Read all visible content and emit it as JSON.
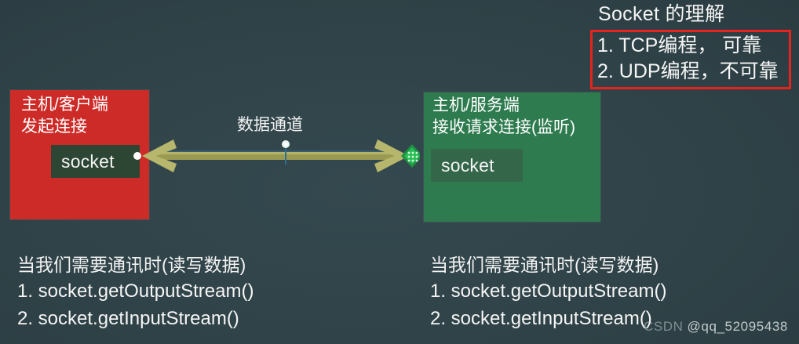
{
  "title_block": {
    "heading": "Socket 的理解",
    "items": [
      "1. TCP编程，  可靠",
      "2. UDP编程，不可靠"
    ],
    "border_color": "#e8221c"
  },
  "client_node": {
    "caption_line1": "主机/客户端",
    "caption_line2": "发起连接",
    "chip_label": "socket",
    "fill_color": "#cd2b28",
    "chip_color": "#2d4634"
  },
  "server_node": {
    "caption_line1": "主机/服务端",
    "caption_line2": "接收请求连接(监听)",
    "chip_label": "socket",
    "fill_color": "#2e7b4f",
    "chip_color": "#34664a"
  },
  "channel": {
    "label": "数据通道",
    "arrow_color": "#9a9a52",
    "anchor_left_color": "#ffffff",
    "connector_right_color": "#23b24b",
    "pin_color": "#eaf6ef"
  },
  "notes": {
    "left": {
      "head": "当我们需要通讯时(读写数据)",
      "items": [
        "1. socket.getOutputStream()",
        "2. socket.getInputStream()"
      ]
    },
    "right": {
      "head": "当我们需要通讯时(读写数据)",
      "items": [
        "1. socket.getOutputStream()",
        "2. socket.getInputStream()"
      ]
    }
  },
  "watermark": {
    "source": "CSDN",
    "handle": "@qq_52095438"
  },
  "background_color": "#31454a"
}
